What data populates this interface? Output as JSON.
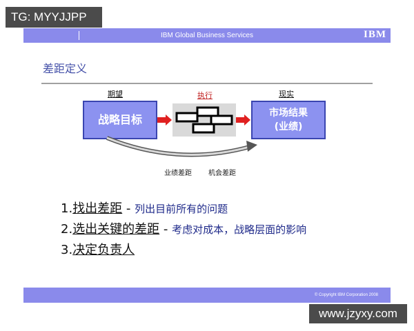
{
  "watermarks": {
    "top_left": "TG: MYYJJPP",
    "bottom_right": "www.jzyxy.com"
  },
  "header": {
    "title": "IBM Global Business Services",
    "logo": "IBM"
  },
  "slide_title": "差距定义",
  "diagram": {
    "label_expect": "期望",
    "label_execute": "执行",
    "label_reality": "现实",
    "box_left": "战略目标",
    "box_right_line1": "市场结果",
    "box_right_line2": "(业绩)",
    "gap_performance": "业绩差距",
    "gap_opportunity": "机会差距"
  },
  "points": [
    {
      "num": "1.",
      "key": "找出差距",
      "sep": " - ",
      "desc": "  列出目前所有的问题"
    },
    {
      "num": "2.",
      "key": "选出关键的差距",
      "sep": " - ",
      "desc": "考虑对成本，战略层面的影响"
    },
    {
      "num": "3.",
      "key": "决定负责人",
      "sep": "",
      "desc": ""
    }
  ],
  "footer": {
    "copyright": "© Copyright IBM Corporation 2008"
  },
  "colors": {
    "bar": "#8a8aeb",
    "box_fill": "#8c92f0",
    "box_border": "#3a45b0",
    "arrow": "#e02020"
  }
}
